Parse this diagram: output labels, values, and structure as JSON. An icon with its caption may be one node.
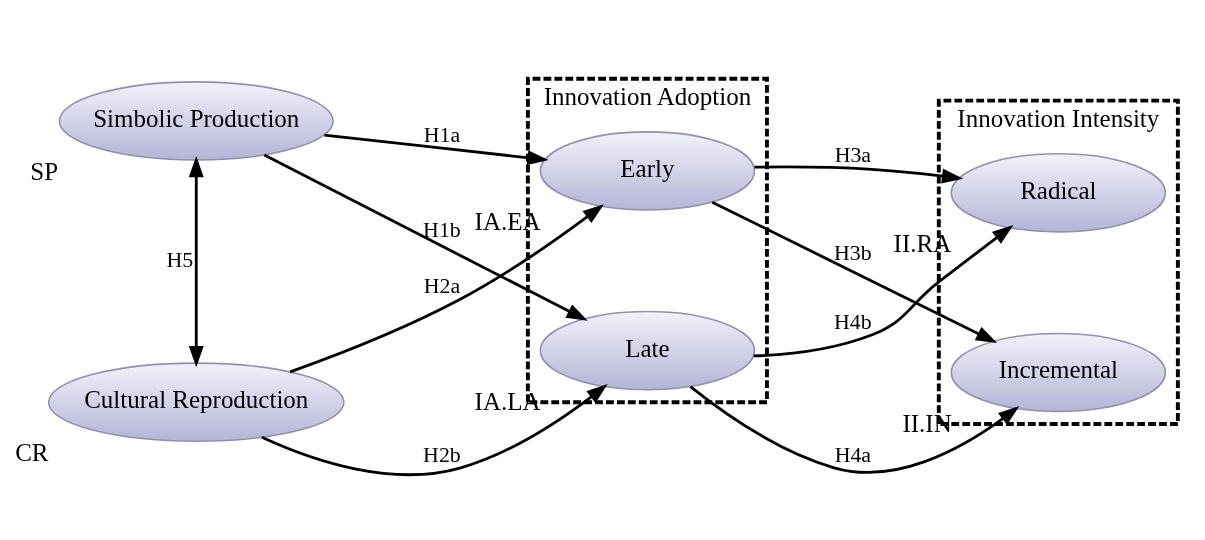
{
  "diagram": {
    "nodes": [
      {
        "text": [
          "Simbolic Production"
        ],
        "beside": [
          "SP"
        ]
      },
      {
        "text": [
          "Cultural Reproduction"
        ],
        "beside": [
          "CR"
        ]
      },
      {
        "text": [
          "Innovation Adoption"
        ]
      },
      {
        "text": [
          "Early"
        ],
        "in": 2,
        "beside": [
          "IA.EA"
        ]
      },
      {
        "text": [
          "Late"
        ],
        "in": 2,
        "beside": [
          "IA.LA"
        ]
      },
      {
        "text": [
          "Innovation Intensity"
        ]
      },
      {
        "text": [
          "Radical"
        ],
        "in": 5,
        "beside": [
          "II.RA"
        ]
      },
      {
        "text": [
          "Incremental"
        ],
        "in": 5,
        "beside": [
          "II.IN"
        ]
      }
    ],
    "edges": [
      {
        "from": 0,
        "to": 3,
        "arrow": "to",
        "label": "H1a"
      },
      {
        "from": 0,
        "to": 4,
        "arrow": "to",
        "label": "H1b"
      },
      {
        "from": 1,
        "to": 3,
        "arrow": "to",
        "label": "H2a"
      },
      {
        "from": 1,
        "to": 4,
        "arrow": "to",
        "label": "H2b"
      },
      {
        "from": 3,
        "to": 6,
        "arrow": "to",
        "label": "H3a"
      },
      {
        "from": 3,
        "to": 7,
        "arrow": "to",
        "label": "H3b"
      },
      {
        "from": 4,
        "to": 6,
        "arrow": "to",
        "label": "H4b"
      },
      {
        "from": 4,
        "to": 7,
        "arrow": "to",
        "label": "H4a"
      },
      {
        "from": 0,
        "to": 1,
        "arrow": "both",
        "label": "H5"
      }
    ]
  }
}
